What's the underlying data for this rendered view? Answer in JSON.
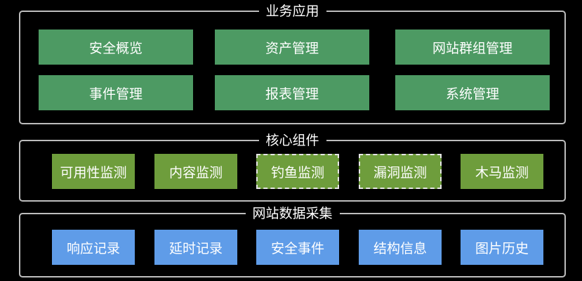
{
  "business_apps": {
    "title": "业务应用",
    "items": [
      "安全概览",
      "资产管理",
      "网站群组管理",
      "事件管理",
      "报表管理",
      "系统管理"
    ]
  },
  "core_components": {
    "title": "核心组件",
    "items": [
      "可用性监测",
      "内容监测",
      "钓鱼监测",
      "漏洞监测",
      "木马监测"
    ]
  },
  "data_collection": {
    "title": "网站数据采集",
    "items": [
      "响应记录",
      "延时记录",
      "安全事件",
      "结构信息",
      "图片历史"
    ]
  },
  "colors": {
    "business": "#4d9a63",
    "core": "#6e9d3c",
    "collection": "#5f9ce8",
    "border": "#bdbdbd",
    "background": "#000000"
  }
}
